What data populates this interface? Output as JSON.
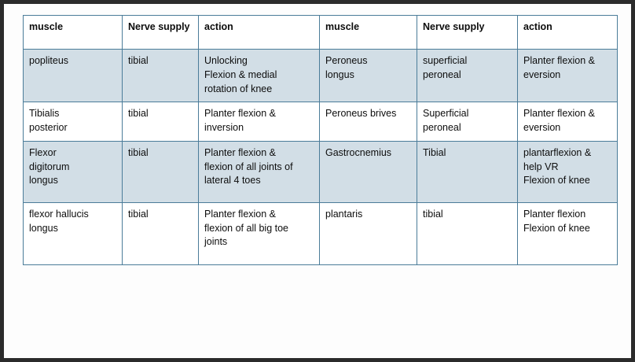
{
  "document": {
    "title": "Muscle / Nerve supply / Action comparison table",
    "background_color": "#fdfdfd",
    "frame_color": "#2b2b2b"
  },
  "table": {
    "name": "muscle-nerve-action-table",
    "border_color": "#4b7c99",
    "shaded_row_color": "#d2dee6",
    "plain_row_color": "#ffffff",
    "headers": [
      "muscle",
      "Nerve supply",
      "action",
      "muscle",
      "Nerve supply",
      "action"
    ],
    "rows": [
      {
        "shaded": true,
        "left_muscle": "popliteus",
        "left_nerve": "tibial",
        "left_action": [
          "Unlocking",
          "Flexion & medial",
          "rotation of knee"
        ],
        "right_muscle": [
          "Peroneus",
          "longus"
        ],
        "right_nerve": [
          "superficial",
          "peroneal"
        ],
        "right_action": [
          "Planter flexion &",
          "eversion"
        ]
      },
      {
        "shaded": false,
        "left_muscle": [
          "Tibialis",
          "posterior"
        ],
        "left_nerve": "tibial",
        "left_action": [
          "Planter flexion &",
          "inversion"
        ],
        "right_muscle": "Peroneus brives",
        "right_nerve": [
          "Superficial",
          "peroneal"
        ],
        "right_action": [
          "Planter flexion &",
          "eversion"
        ]
      },
      {
        "shaded": true,
        "left_muscle": [
          "Flexor",
          "digitorum",
          "longus"
        ],
        "left_nerve": "tibial",
        "left_action": [
          "Planter flexion &",
          "flexion of all joints of",
          "lateral 4 toes"
        ],
        "right_muscle": "Gastrocnemius",
        "right_nerve": "Tibial",
        "right_action": [
          "plantarflexion &",
          "help VR",
          "Flexion of knee"
        ]
      },
      {
        "shaded": false,
        "left_muscle": [
          "flexor hallucis",
          "longus"
        ],
        "left_nerve": "tibial",
        "left_action": [
          "Planter flexion &",
          "flexion of all big toe",
          "joints"
        ],
        "right_muscle": "plantaris",
        "right_nerve": "tibial",
        "right_action": [
          "Planter flexion",
          "Flexion of knee"
        ]
      }
    ]
  }
}
